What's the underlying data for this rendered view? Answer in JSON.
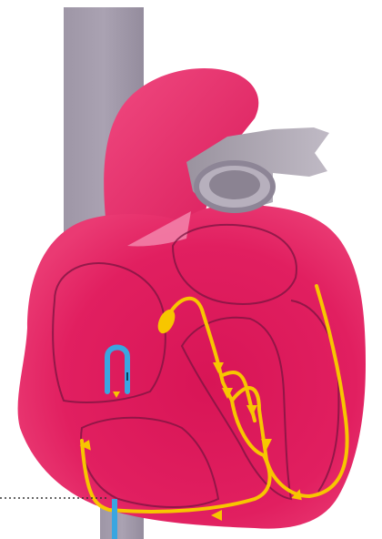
{
  "figure": {
    "subject": "heart-cross-section-with-pacing-lead",
    "colors": {
      "background": "#ffffff",
      "vessel": "#a59dad",
      "vessel_dark": "#8d8596",
      "myocardium": "#e01e5f",
      "myocardium_light": "#f04a80",
      "chamber_outline": "#7a1440",
      "conduction_path": "#f7c600",
      "pacing_lead": "#3aa6e0",
      "lead_tip": "#f7c600",
      "leader_line": "#333333"
    },
    "elements": {
      "superior_vena_cava": "superior-vena-cava",
      "inferior_vena_cava": "inferior-vena-cava",
      "aorta": "aorta",
      "pulmonary_artery": "pulmonary-artery",
      "sinoatrial_node": "sinoatrial-node",
      "atrioventricular_node": "atrioventricular-node",
      "his_bundle": "his-bundle",
      "bundle_branches": "bundle-branches",
      "purkinje_fibers": "purkinje-fibers",
      "pacing_lead": "pacing-lead",
      "leader_line": "leader-line"
    }
  }
}
